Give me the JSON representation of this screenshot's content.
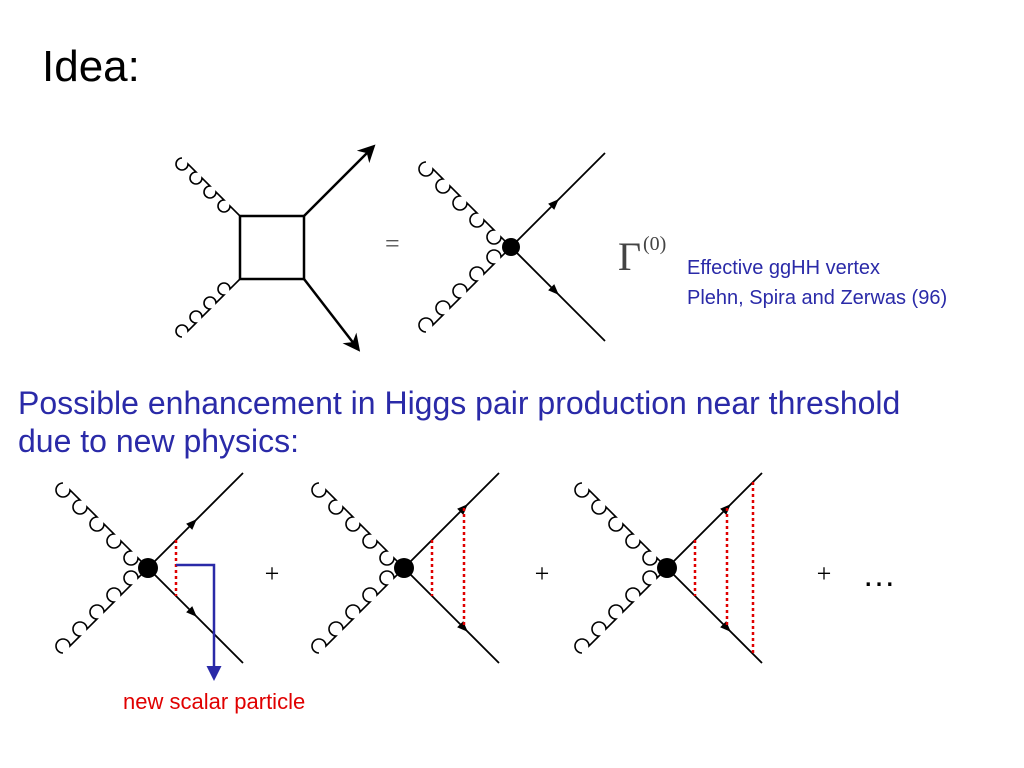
{
  "slide": {
    "title": "Idea:",
    "equals": "=",
    "gamma_symbol": "Γ",
    "gamma_superscript": "(0)",
    "reference_line1": "Effective ggHH vertex",
    "reference_line2": "Plehn, Spira and Zerwas (96)",
    "enhancement_line1": "Possible enhancement in Higgs pair production near threshold",
    "enhancement_line2": "due to new physics:",
    "plus": "+",
    "ellipsis": "…",
    "scalar_label": "new scalar particle"
  },
  "colors": {
    "text_blue": "#2a2aa8",
    "label_red": "#e00000",
    "exchange_red": "#e00000",
    "arrow_blue": "#2a2aa8"
  }
}
